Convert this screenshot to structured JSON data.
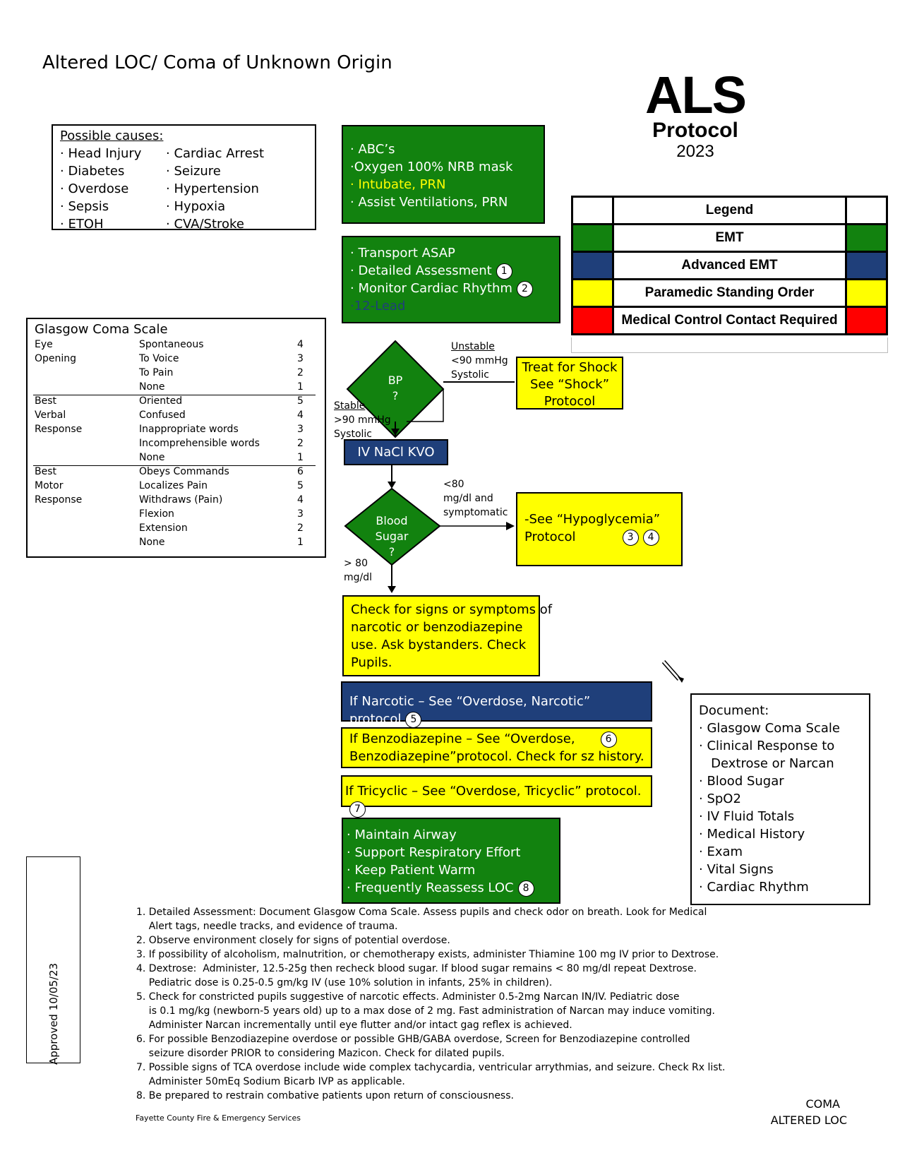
{
  "title": "Altered LOC/ Coma of Unknown Origin",
  "logo": {
    "big": "ALS",
    "protocol": "Protocol",
    "year": "2023"
  },
  "legend": {
    "header": "Legend",
    "rows": [
      {
        "label": "EMT",
        "color": "#12820f"
      },
      {
        "label": "Advanced EMT",
        "color": "#1f3f7a"
      },
      {
        "label": "Paramedic Standing Order",
        "color": "#ffff00"
      },
      {
        "label": "Medical Control Contact Required",
        "color": "#ff0000"
      }
    ]
  },
  "causes": {
    "heading": "Possible causes:",
    "left": [
      "· Head Injury",
      "· Diabetes",
      "· Overdose",
      "· Sepsis",
      "· ETOH"
    ],
    "right": [
      "· Cardiac Arrest",
      "· Seizure",
      "· Hypertension",
      "· Hypoxia",
      "· CVA/Stroke"
    ]
  },
  "abc": {
    "line1": "· ABC’s",
    "line2": "·Oxygen 100% NRB mask",
    "line3": "· Intubate, PRN",
    "line4": "· Assist Ventilations, PRN"
  },
  "transport": {
    "line1": "· Transport ASAP",
    "line2": "· Detailed Assessment",
    "n2": "1",
    "line3": "· Monitor Cardiac Rhythm",
    "n3": "2",
    "line4": "·12-Lead"
  },
  "gcs": {
    "title": "Glasgow Coma Scale",
    "eye": {
      "c1": "Eye",
      "c2": "Opening",
      "items": [
        [
          "Spontaneous",
          "4"
        ],
        [
          "To Voice",
          "3"
        ],
        [
          "To Pain",
          "2"
        ],
        [
          "None",
          "1"
        ]
      ]
    },
    "verbal": {
      "c1": "Best",
      "c2": "Verbal",
      "c3": "Response",
      "items": [
        [
          "Oriented",
          "5"
        ],
        [
          "Confused",
          "4"
        ],
        [
          "Inappropriate words",
          "3"
        ],
        [
          "Incomprehensible words",
          "2"
        ],
        [
          "None",
          "1"
        ]
      ]
    },
    "motor": {
      "c1": "Best",
      "c2": "Motor",
      "c3": "Response",
      "items": [
        [
          "Obeys Commands",
          "6"
        ],
        [
          "Localizes Pain",
          "5"
        ],
        [
          "Withdraws (Pain)",
          "4"
        ],
        [
          "Flexion",
          "3"
        ],
        [
          "Extension",
          "2"
        ],
        [
          "None",
          "1"
        ]
      ]
    }
  },
  "bp": {
    "l1": "BP",
    "l2": "?",
    "unstable": "Unstable",
    "unstable2": "<90 mmHg",
    "unstable3": "Systolic",
    "stable": "Stable",
    "stable2": ">90 mmHg",
    "stable3": "Systolic"
  },
  "shock": {
    "l1": "Treat for Shock",
    "l2": "See “Shock”",
    "l3": "Protocol"
  },
  "iv": "IV NaCl KVO",
  "sugar": {
    "l1": "Blood",
    "l2": "Sugar",
    "l3": "?",
    "low1": "<80",
    "low2": "mg/dl and",
    "low3": "symptomatic",
    "high1": "> 80",
    "high2": "mg/dl"
  },
  "hypo": {
    "l1": "-See “Hypoglycemia”",
    "l2": "Protocol",
    "n1": "3",
    "n2": "4"
  },
  "check": {
    "l1": "Check for signs or symptoms of",
    "l2": "narcotic or benzodiazepine",
    "l3": "use. Ask bystanders. Check",
    "l4": "Pupils."
  },
  "narcotic": {
    "text": "If Narcotic – See “Overdose, Narcotic” protocol",
    "n": "5"
  },
  "benzo": {
    "l1": "If Benzodiazepine – See “Overdose,",
    "n": "6",
    "l2": "Benzodiazepine”protocol. Check for sz history."
  },
  "tricyclic": {
    "text": "If Tricyclic – See “Overdose, Tricyclic” protocol.",
    "n": "7"
  },
  "maintain": {
    "l1": "· Maintain Airway",
    "l2": "· Support Respiratory Effort",
    "l3": "· Keep Patient Warm",
    "l4": "· Frequently Reassess LOC",
    "n": "8"
  },
  "document": {
    "heading": "Document:",
    "items": [
      "· Glasgow Coma Scale",
      "· Clinical Response to",
      "   Dextrose or Narcan",
      "· Blood Sugar",
      "· SpO2",
      "· IV Fluid Totals",
      "· Medical History",
      "· Exam",
      "· Vital Signs",
      "· Cardiac Rhythm"
    ]
  },
  "approved": "Approved 10/05/23",
  "notes": [
    "1. Detailed Assessment: Document Glasgow Coma Scale. Assess pupils and check odor on breath. Look for Medical",
    "    Alert tags, needle tracks, and evidence of trauma.",
    "2. Observe environment closely for signs of potential overdose.",
    "3. If possibility of alcoholism, malnutrition, or chemotherapy exists, administer Thiamine 100 mg IV prior to Dextrose.",
    "4. Dextrose:  Administer, 12.5-25g then recheck blood sugar. If blood sugar remains < 80 mg/dl repeat Dextrose.",
    "    Pediatric dose is 0.25-0.5 gm/kg IV (use 10% solution in infants, 25% in children).",
    "5. Check for constricted pupils suggestive of narcotic effects. Administer 0.5-2mg Narcan IN/IV. Pediatric dose",
    "    is 0.1 mg/kg (newborn-5 years old) up to a max dose of 2 mg. Fast administration of Narcan may induce vomiting.",
    "    Administer Narcan incrementally until eye flutter and/or intact gag reflex is achieved.",
    "6. For possible Benzodiazepine overdose or possible GHB/GABA overdose, Screen for Benzodiazepine controlled",
    "    seizure disorder PRIOR to considering Mazicon. Check for dilated pupils.",
    "7. Possible signs of TCA overdose include wide complex tachycardia, ventricular arrythmias, and seizure. Check Rx list.",
    "    Administer 50mEq Sodium Bicarb IVP as applicable.",
    "8. Be prepared to restrain combative patients upon return of consciousness."
  ],
  "footer_left": "Fayette County Fire & Emergency Services",
  "footer_right1": "COMA",
  "footer_right2": "ALTERED LOC"
}
